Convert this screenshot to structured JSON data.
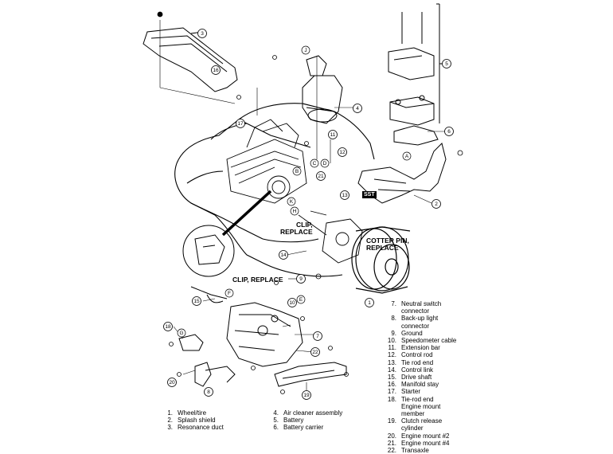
{
  "callouts": {
    "clip_replace_upper": "CLIP,\nREPLACE",
    "clip_replace_lower": "CLIP, REPLACE",
    "cotter_pin": "COTTER PIN,\nREPLACE",
    "sst": "SST"
  },
  "legend_right": [
    {
      "n": "7.",
      "t": "Neutral switch\nconnector"
    },
    {
      "n": "8.",
      "t": "Back-up light\nconnector"
    },
    {
      "n": "9.",
      "t": "Ground"
    },
    {
      "n": "10.",
      "t": "Speedometer cable"
    },
    {
      "n": "11.",
      "t": "Extension bar"
    },
    {
      "n": "12.",
      "t": "Control rod"
    },
    {
      "n": "13.",
      "t": "Tie rod end"
    },
    {
      "n": "14.",
      "t": "Control link"
    },
    {
      "n": "15.",
      "t": "Drive shaft"
    },
    {
      "n": "16.",
      "t": "Manifold stay"
    },
    {
      "n": "17.",
      "t": "Starter"
    },
    {
      "n": "18.",
      "t": "Tie-rod end"
    },
    {
      "n": "",
      "t": "Engine mount\nmember"
    },
    {
      "n": "19.",
      "t": "Clutch release\ncylinder"
    },
    {
      "n": "20.",
      "t": "Engine mount #2"
    },
    {
      "n": "21.",
      "t": "Engine mount #4"
    },
    {
      "n": "22.",
      "t": "Transaxle"
    }
  ],
  "legend_bottom_col1": [
    {
      "n": "1.",
      "t": "Wheel/tire"
    },
    {
      "n": "2.",
      "t": "Splash shield"
    },
    {
      "n": "3.",
      "t": "Resonance duct"
    }
  ],
  "legend_bottom_col2": [
    {
      "n": "4.",
      "t": "Air cleaner assembly"
    },
    {
      "n": "5.",
      "t": "Battery"
    },
    {
      "n": "6.",
      "t": "Battery carrier"
    }
  ],
  "part_numbers": [
    "1",
    "2",
    "3",
    "4",
    "5",
    "6",
    "7",
    "8",
    "9",
    "10",
    "11",
    "12",
    "13",
    "14",
    "15",
    "16",
    "17",
    "18",
    "19",
    "20",
    "21",
    "22"
  ],
  "letters": [
    "A",
    "B",
    "C",
    "D",
    "E",
    "F",
    "G",
    "H",
    "J",
    "K"
  ]
}
